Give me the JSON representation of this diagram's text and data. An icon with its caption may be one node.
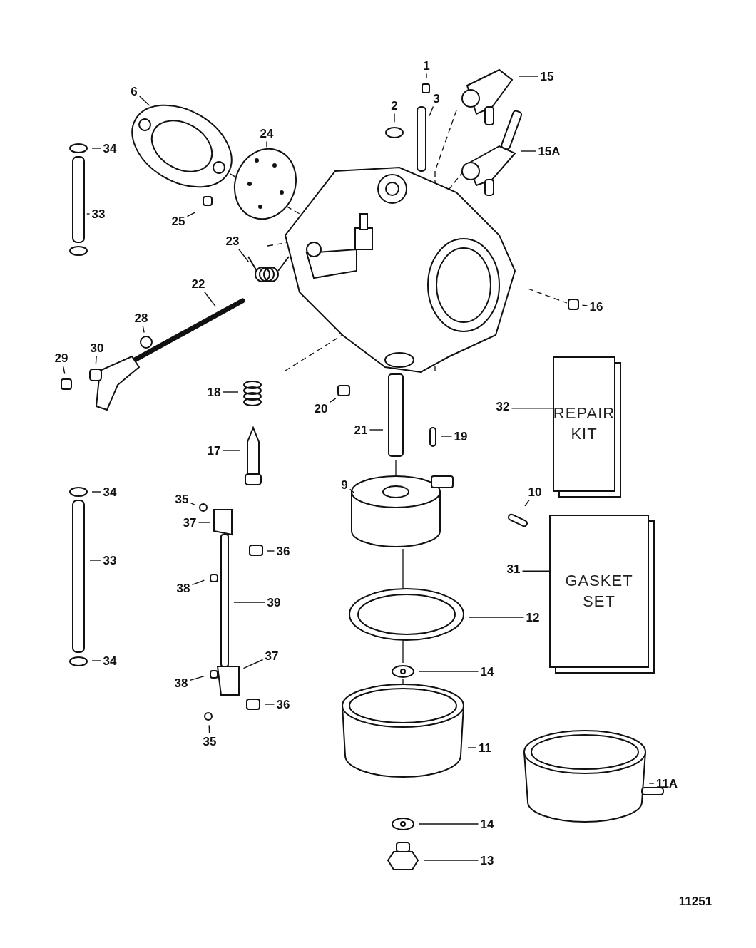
{
  "diagram": {
    "nodes": [
      {
        "text": [
          "1"
        ]
      },
      {
        "text": [
          "15"
        ]
      },
      {
        "text": [
          "6"
        ]
      },
      {
        "text": [
          "3"
        ]
      },
      {
        "text": [
          "2"
        ]
      },
      {
        "text": [
          "24"
        ]
      },
      {
        "text": [
          "34"
        ]
      },
      {
        "text": [
          "15A"
        ]
      },
      {
        "text": [
          "25"
        ]
      },
      {
        "text": [
          "33"
        ]
      },
      {
        "text": [
          "23"
        ]
      },
      {
        "text": [
          "22"
        ]
      },
      {
        "text": [
          "16"
        ]
      },
      {
        "text": [
          "28"
        ]
      },
      {
        "text": [
          "30"
        ]
      },
      {
        "text": [
          "29"
        ]
      },
      {
        "text": [
          "18"
        ]
      },
      {
        "text": [
          "REPAIR KIT"
        ]
      },
      {
        "text": [
          "32"
        ]
      },
      {
        "text": [
          "20"
        ]
      },
      {
        "text": [
          "21"
        ]
      },
      {
        "text": [
          "19"
        ]
      },
      {
        "text": [
          "17"
        ]
      },
      {
        "text": [
          "9"
        ]
      },
      {
        "text": [
          "34"
        ]
      },
      {
        "text": [
          "35"
        ]
      },
      {
        "text": [
          "10"
        ]
      },
      {
        "text": [
          "37"
        ]
      },
      {
        "text": [
          "36"
        ]
      },
      {
        "text": [
          "33"
        ]
      },
      {
        "text": [
          "GASKET SET"
        ]
      },
      {
        "text": [
          "31"
        ]
      },
      {
        "text": [
          "38"
        ]
      },
      {
        "text": [
          "39"
        ]
      },
      {
        "text": [
          "12"
        ]
      },
      {
        "text": [
          "37"
        ]
      },
      {
        "text": [
          "34"
        ]
      },
      {
        "text": [
          "14"
        ]
      },
      {
        "text": [
          "38"
        ]
      },
      {
        "text": [
          "36"
        ]
      },
      {
        "text": [
          "35"
        ]
      },
      {
        "text": [
          "11"
        ]
      },
      {
        "text": [
          "11A"
        ]
      },
      {
        "text": [
          "14"
        ]
      },
      {
        "text": [
          "13"
        ]
      }
    ],
    "edges": [
      {
        "from": 0,
        "to": null,
        "arrow": "none"
      },
      {
        "from": 1,
        "to": null,
        "arrow": "none"
      },
      {
        "from": 2,
        "to": null,
        "arrow": "none"
      },
      {
        "from": 3,
        "to": null,
        "arrow": "none"
      },
      {
        "from": 4,
        "to": null,
        "arrow": "none"
      },
      {
        "from": 5,
        "to": null,
        "arrow": "none"
      },
      {
        "from": 6,
        "to": null,
        "arrow": "none"
      },
      {
        "from": 7,
        "to": null,
        "arrow": "none"
      },
      {
        "from": 8,
        "to": null,
        "arrow": "none"
      },
      {
        "from": 9,
        "to": null,
        "arrow": "none"
      },
      {
        "from": 10,
        "to": null,
        "arrow": "none"
      },
      {
        "from": 11,
        "to": null,
        "arrow": "none"
      },
      {
        "from": 12,
        "to": null,
        "arrow": "none"
      },
      {
        "from": 13,
        "to": null,
        "arrow": "none"
      },
      {
        "from": 14,
        "to": null,
        "arrow": "none"
      },
      {
        "from": 15,
        "to": null,
        "arrow": "none"
      },
      {
        "from": 16,
        "to": null,
        "arrow": "none"
      },
      {
        "from": 18,
        "to": 17,
        "arrow": "none"
      },
      {
        "from": 19,
        "to": null,
        "arrow": "none"
      },
      {
        "from": 20,
        "to": null,
        "arrow": "none"
      },
      {
        "from": 21,
        "to": null,
        "arrow": "none"
      },
      {
        "from": 22,
        "to": null,
        "arrow": "none"
      },
      {
        "from": 23,
        "to": null,
        "arrow": "none"
      },
      {
        "from": 24,
        "to": null,
        "arrow": "none"
      },
      {
        "from": 25,
        "to": null,
        "arrow": "none"
      },
      {
        "from": 26,
        "to": null,
        "arrow": "none"
      },
      {
        "from": 27,
        "to": null,
        "arrow": "none"
      },
      {
        "from": 28,
        "to": null,
        "arrow": "none"
      },
      {
        "from": 29,
        "to": null,
        "arrow": "none"
      },
      {
        "from": 31,
        "to": 30,
        "arrow": "none"
      },
      {
        "from": 32,
        "to": null,
        "arrow": "none"
      },
      {
        "from": 33,
        "to": null,
        "arrow": "none"
      },
      {
        "from": 34,
        "to": null,
        "arrow": "none"
      },
      {
        "from": 35,
        "to": null,
        "arrow": "none"
      },
      {
        "from": 36,
        "to": null,
        "arrow": "none"
      },
      {
        "from": 37,
        "to": null,
        "arrow": "none"
      },
      {
        "from": 38,
        "to": null,
        "arrow": "none"
      },
      {
        "from": 39,
        "to": null,
        "arrow": "none"
      },
      {
        "from": 40,
        "to": null,
        "arrow": "none"
      },
      {
        "from": 41,
        "to": null,
        "arrow": "none"
      },
      {
        "from": 42,
        "to": null,
        "arrow": "none"
      },
      {
        "from": 43,
        "to": null,
        "arrow": "none"
      },
      {
        "from": 44,
        "to": null,
        "arrow": "none"
      }
    ],
    "labels": [
      "11251"
    ]
  }
}
